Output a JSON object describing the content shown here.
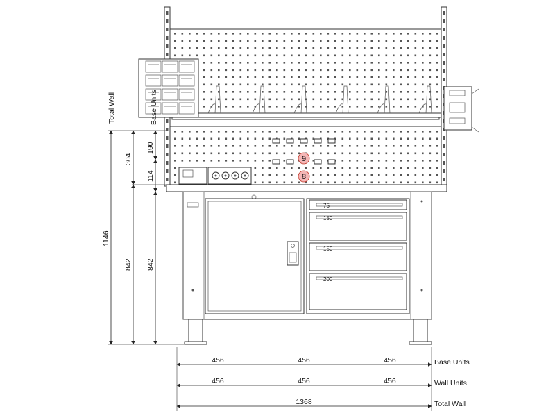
{
  "drawing": {
    "left_labels": {
      "total_wall": "Total Wall",
      "base_units": "Base Units"
    },
    "vertical_dims": {
      "total": "1146",
      "middle_top": "304",
      "middle_bottom": "842",
      "inner_top": "190",
      "inner_mid": "114",
      "inner_bottom": "842"
    },
    "drawer_heights": [
      "75",
      "150",
      "150",
      "200"
    ],
    "callouts": [
      "9",
      "8"
    ],
    "rows": [
      {
        "label": "Base Units",
        "values": [
          "456",
          "456",
          "456"
        ]
      },
      {
        "label": "Wall Units",
        "values": [
          "456",
          "456",
          "456"
        ]
      },
      {
        "label": "Total Wall",
        "values": [
          "1368"
        ]
      }
    ],
    "colors": {
      "line": "#333333",
      "callout_fill": "#f4b6b6",
      "callout_stroke": "#c0392b"
    }
  }
}
